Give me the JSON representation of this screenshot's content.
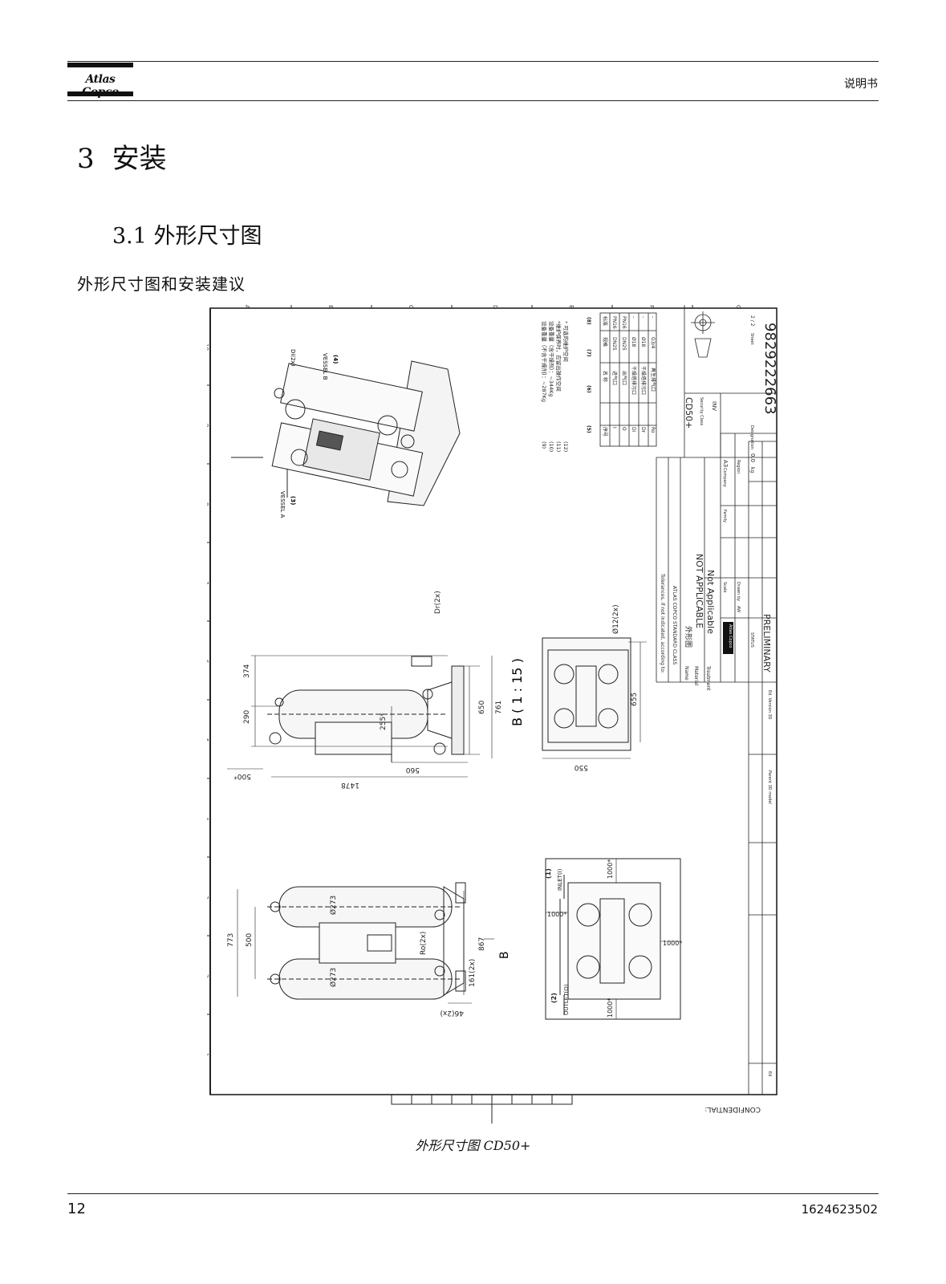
{
  "header": {
    "logo_text": "Atlas Copco",
    "doc_type": "说明书"
  },
  "section": {
    "number": "3",
    "title": "安装",
    "subsection": "3.1 外形尺寸图",
    "subheading": "外形尺寸图和安装建议"
  },
  "drawing": {
    "vessel_b": "VESSEL B",
    "vessel_b_num": "(4)",
    "vessel_a": "VESSEL A",
    "vessel_a_num": "(3)",
    "di_label": "Di(2x)",
    "dr_label": "Dr(2x)",
    "ro_label": "Ro(2x)",
    "hole_label": "Ø12(2x)",
    "vessel_dia_1": "Ø273",
    "vessel_dia_2": "Ø273",
    "view_label": "B ( 1 : 15 )",
    "section_mark": "B",
    "inlet_num": "(1)",
    "inlet": "INLET(I)",
    "outlet_num": "(2)",
    "outlet": "OUTLET(O)",
    "clearance_1": "1000*",
    "clearance_2": "1000*",
    "clearance_3": "1000*",
    "clearance_4": "1000*",
    "dims": {
      "d374": "374",
      "d290": "290",
      "d255": "255*",
      "d650": "650",
      "d761": "761",
      "d560": "560",
      "d1478": "1478",
      "d500s": "500*",
      "d655": "655",
      "d550": "550",
      "d773": "773",
      "d500": "500",
      "d867": "867",
      "d161": "161(2x)",
      "d46": "46(2x)"
    },
    "notes": {
      "n9": "(9)",
      "n10": "(10)",
      "n11": "(11)",
      "n12": "(12)",
      "line9": "设备重量（不含干燥剂）：~287Kg",
      "line10": "设备重量（含干燥剂）：~344Kg",
      "line11": "*维护保养时，应留出操作空间",
      "line12": "*  可选的维护空间"
    },
    "conn_table": {
      "h5": "(5)",
      "h6": "(6)",
      "h7": "(7)",
      "h8": "(8)",
      "rows": [
        [
          "序号",
          "名 称",
          "规格",
          "标准"
        ],
        [
          "I",
          "进气口",
          "DN25",
          "PN16"
        ],
        [
          "O",
          "出气口",
          "DN25",
          "PN16"
        ],
        [
          "Di",
          "干燥塔排污口",
          "Ø18",
          "-"
        ],
        [
          "Dr",
          "干燥塔排污口",
          "Ø18",
          "-"
        ],
        [
          "Ro",
          "再生排气口",
          "G3/4",
          "-"
        ]
      ]
    },
    "title_block": {
      "tolerances": "Tolerances, if not indicated, according to:",
      "standard": "ATLAS COPCO STANDARD CLASS",
      "name_label": "Name",
      "name": "外形图",
      "material_label": "Material",
      "material": "NOT APPLICABLE",
      "treatment_label": "Treatment",
      "treatment": "Not Applicable",
      "model": "CD50+",
      "security_label": "Security Class",
      "security": "INV",
      "company_label": "Company",
      "company": "A3",
      "family_label": "Family",
      "region_label": "Region",
      "scale_label": "Scale",
      "drawn_label": "Drawn by",
      "drawn": "AW",
      "weight": "0.0",
      "weight_unit": "kg",
      "status": "PRELIMINARY",
      "status_label": "STATUS",
      "designation_label": "Designation",
      "number": "9829222663",
      "sheet_label": "Sheet",
      "sheet": "2 / 2",
      "version_label": "Ed. Version 3D",
      "parent_label": "Parent 3D model",
      "ed_label": "Ed",
      "confidential": "CONFIDENTIAL:"
    },
    "grid_letters": [
      "A",
      "B",
      "C",
      "D",
      "E",
      "F",
      "G"
    ],
    "grid_numbers": [
      "10",
      "9",
      "8",
      "7",
      "6",
      "5",
      "4",
      "3",
      "2",
      "1"
    ]
  },
  "caption": "外形尺寸图  CD50+",
  "footer": {
    "page_number": "12",
    "doc_id": "1624623502"
  }
}
